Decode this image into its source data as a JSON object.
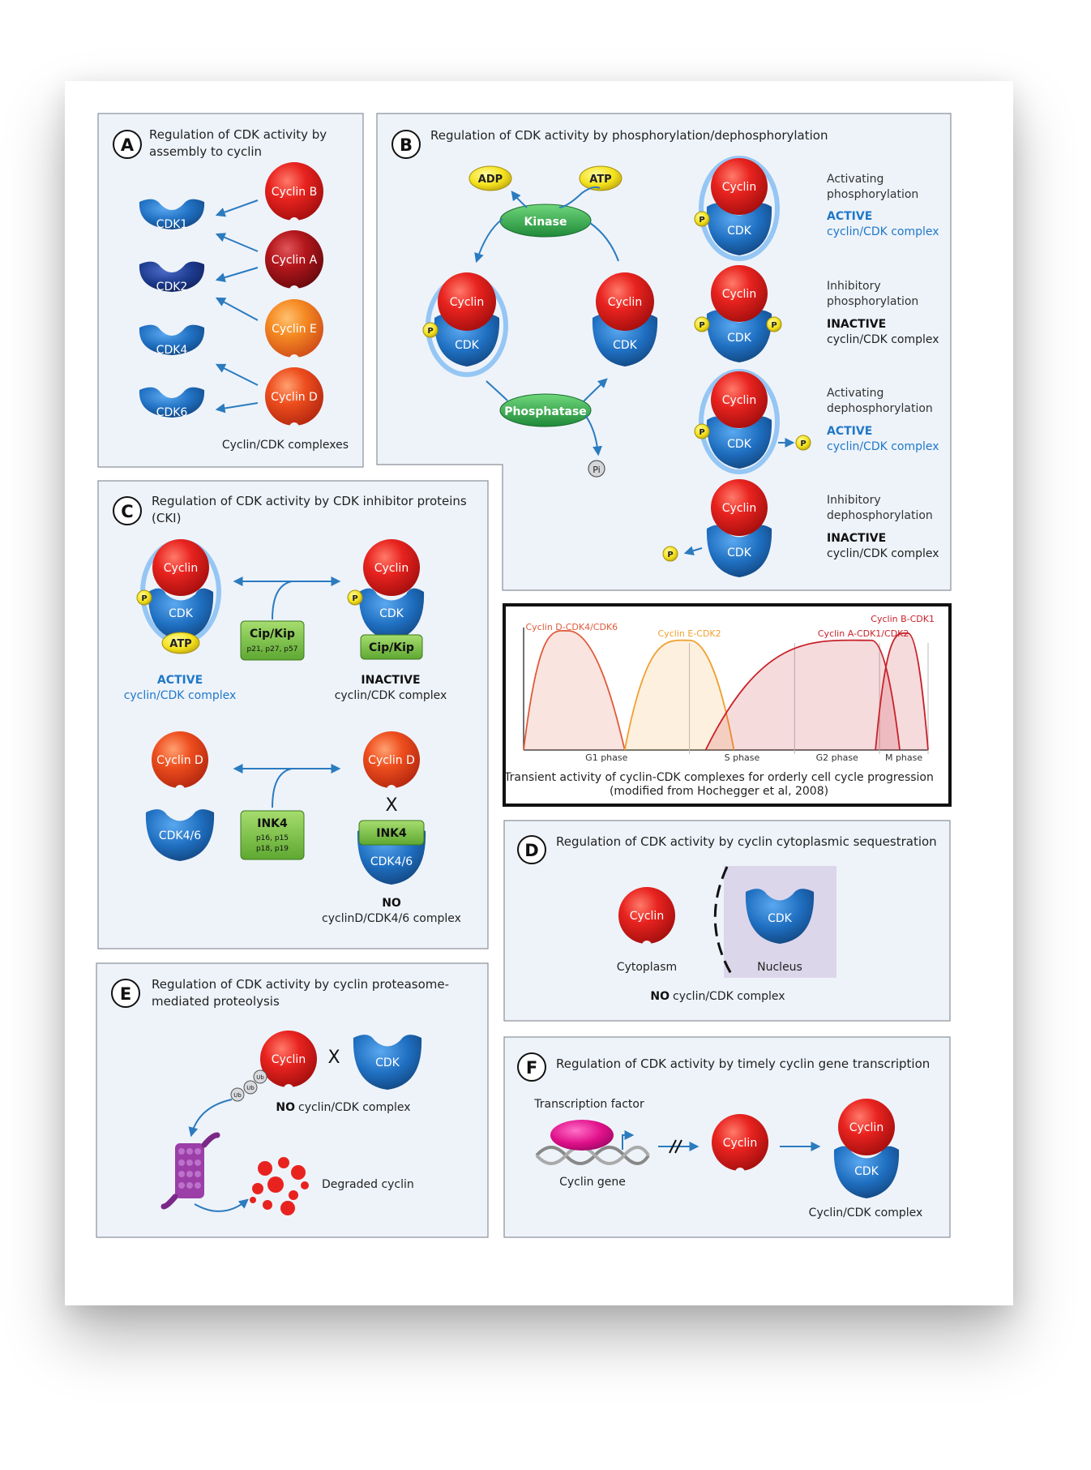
{
  "colors": {
    "panel_fill": "#eef3fa",
    "panel_border": "#8a8f99",
    "cyclin_red": "#e8231f",
    "cyclin_dark_red": "#b3171c",
    "cyclin_orange": "#f26a1e",
    "cdk_blue": "#1f6fc1",
    "cdk_dark_blue": "#1d3b8f",
    "arrow_blue": "#2b7bbf",
    "enzyme_green": "#2fa84f",
    "phosphate_yellow": "#f4e21c",
    "cki_green": "#86c84e",
    "active_blue": "#1f78c8",
    "chart_line_red": "#c8222a",
    "chart_line_orange": "#f0a030"
  },
  "panel_a": {
    "letter": "A",
    "title": "Regulation of CDK activity by assembly to cyclin",
    "cdks": [
      "CDK1",
      "CDK2",
      "CDK4",
      "CDK6"
    ],
    "cyclins": [
      "Cyclin B",
      "Cyclin A",
      "Cyclin E",
      "Cyclin D"
    ],
    "caption": "Cyclin/CDK complexes"
  },
  "panel_b": {
    "letter": "B",
    "title": "Regulation of CDK activity by phosphorylation/dephosphorylation",
    "adp": "ADP",
    "atp": "ATP",
    "kinase": "Kinase",
    "phosphatase": "Phosphatase",
    "pi": "Pi",
    "p": "P",
    "cyclin": "Cyclin",
    "cdk": "CDK",
    "states": [
      {
        "line1": "Activating",
        "line2": "phosphorylation",
        "status": "ACTIVE",
        "complex": "cyclin/CDK complex"
      },
      {
        "line1": "Inhibitory",
        "line2": "phosphorylation",
        "status": "INACTIVE",
        "complex": "cyclin/CDK complex"
      },
      {
        "line1": "Activating",
        "line2": "dephosphorylation",
        "status": "ACTIVE",
        "complex": "cyclin/CDK complex"
      },
      {
        "line1": "Inhibitory",
        "line2": "dephosphorylation",
        "status": "INACTIVE",
        "complex": "cyclin/CDK complex"
      }
    ]
  },
  "panel_c": {
    "letter": "C",
    "title_line1": "Regulation of CDK activity by CDK inhibitor proteins",
    "title_line2": "(CKI)",
    "cyclin": "Cyclin",
    "cdk": "CDK",
    "p": "P",
    "atp": "ATP",
    "cip_kip": "Cip/Kip",
    "cip_kip_members": "p21, p27, p57",
    "active": "ACTIVE",
    "inactive": "INACTIVE",
    "complex": "cyclin/CDK complex",
    "cyclin_d": "Cyclin D",
    "cdk46": "CDK4/6",
    "ink4": "INK4",
    "ink4_members_1": "p16, p15",
    "ink4_members_2": "p18, p19",
    "x_mark": "X",
    "no": "NO",
    "no_complex": "cyclinD/CDK4/6 complex"
  },
  "chart_data": {
    "type": "area",
    "caption_line1": "Transient activity of cyclin-CDK complexes for orderly cell cycle progression",
    "caption_line2": "(modified from Hochegger et al, 2008)",
    "phases": [
      "G1 phase",
      "S phase",
      "G2 phase",
      "M phase"
    ],
    "phase_boundaries": [
      0,
      0.41,
      0.67,
      0.88,
      1.0
    ],
    "series": [
      {
        "name": "Cyclin D-CDK4/CDK6",
        "start": 0.0,
        "peak": 0.11,
        "end": 0.25,
        "height": 1.0,
        "color": "#e05a3a"
      },
      {
        "name": "Cyclin E-CDK2",
        "start": 0.25,
        "peak": 0.41,
        "end": 0.52,
        "height": 0.92,
        "color": "#f0a030"
      },
      {
        "name": "Cyclin A-CDK1/CDK2",
        "start": 0.45,
        "peak": 0.86,
        "end": 0.93,
        "height": 0.92,
        "color": "#c8222a"
      },
      {
        "name": "Cyclin B-CDK1",
        "start": 0.87,
        "peak": 0.95,
        "end": 1.0,
        "height": 0.98,
        "color": "#c8222a"
      }
    ]
  },
  "panel_d": {
    "letter": "D",
    "title": "Regulation of CDK activity by cyclin cytoplasmic sequestration",
    "cyclin": "Cyclin",
    "cdk": "CDK",
    "cytoplasm": "Cytoplasm",
    "nucleus": "Nucleus",
    "no": "NO",
    "no_complex": "cyclin/CDK complex"
  },
  "panel_e": {
    "letter": "E",
    "title_line1": "Regulation of CDK activity by cyclin proteasome-",
    "title_line2": "mediated proteolysis",
    "cyclin": "Cyclin",
    "cdk": "CDK",
    "ub": "Ub",
    "x_mark": "X",
    "no": "NO",
    "no_complex": "cyclin/CDK complex",
    "degraded": "Degraded cyclin"
  },
  "panel_f": {
    "letter": "F",
    "title": "Regulation of CDK activity by timely cyclin gene transcription",
    "tf": "Transcription factor",
    "gene": "Cyclin gene",
    "cyclin": "Cyclin",
    "cdk": "CDK",
    "complex": "Cyclin/CDK complex"
  }
}
